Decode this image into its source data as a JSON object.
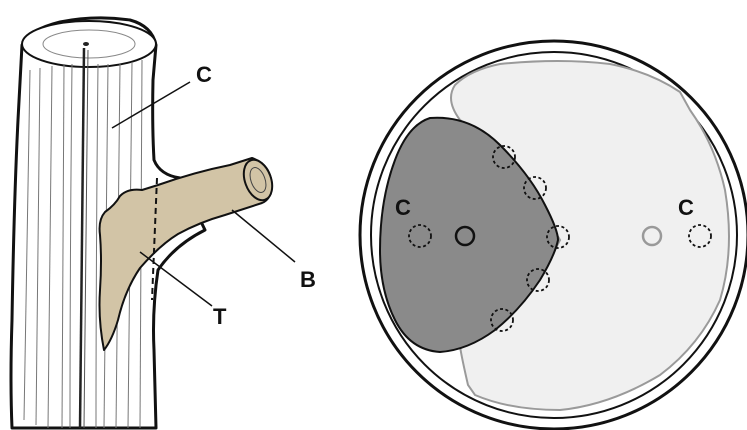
{
  "left_diagram": {
    "labels": {
      "c": "C",
      "b": "B",
      "t": "T"
    },
    "colors": {
      "wood": "#ffffff",
      "branch": "#d2c4a6",
      "outline": "#111111"
    }
  },
  "right_diagram": {
    "labels": {
      "c_left": "C",
      "c_right": "C"
    },
    "colors": {
      "dark_region": "#8a8a8a",
      "light_region": "#f0f0f0",
      "ring": "#111111",
      "boundary": "#9a9a9a"
    }
  }
}
